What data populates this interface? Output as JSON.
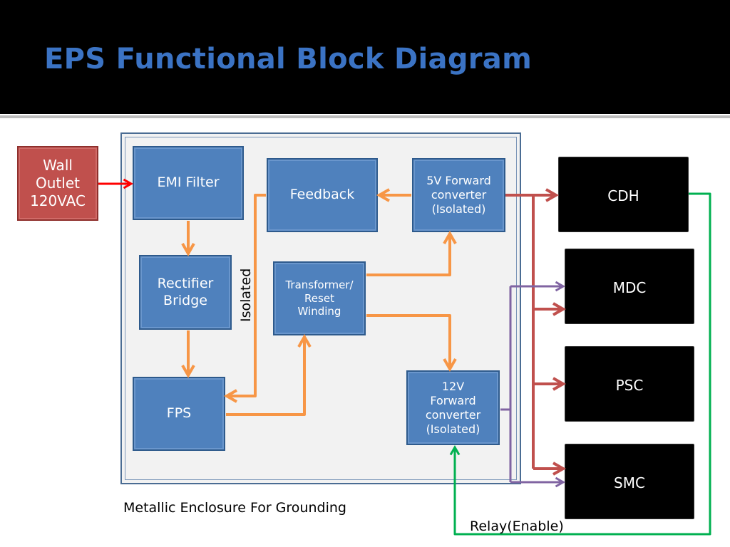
{
  "title": "EPS Functional Block Diagram",
  "colors": {
    "title": "#3b73c4",
    "block_fill": "#4f81bd",
    "block_border": "#2e5a8c",
    "source_fill": "#c0504d",
    "enclosure_fill": "#f2f2f2",
    "orange_wire": "#f79646",
    "red_wire": "#c0504d",
    "purple_wire": "#8064a2",
    "green_wire": "#00b050"
  },
  "source": {
    "label": "Wall\nOutlet\n120VAC"
  },
  "blocks": {
    "emi_filter": "EMI Filter",
    "rectifier": "Rectifier\nBridge",
    "fps": "FPS",
    "feedback": "Feedback",
    "transformer": "Transformer/\nReset\nWinding",
    "fwd5v": "5V Forward\nconverter\n(Isolated)",
    "fwd12v": "12V\nForward\nconverter\n(Isolated)"
  },
  "subsystems": {
    "cdh": "CDH",
    "mdc": "MDC",
    "psc": "PSC",
    "smc": "SMC"
  },
  "labels": {
    "isolated": "Isolated",
    "enclosure": "Metallic Enclosure For Grounding",
    "relay": "Relay(Enable)"
  }
}
